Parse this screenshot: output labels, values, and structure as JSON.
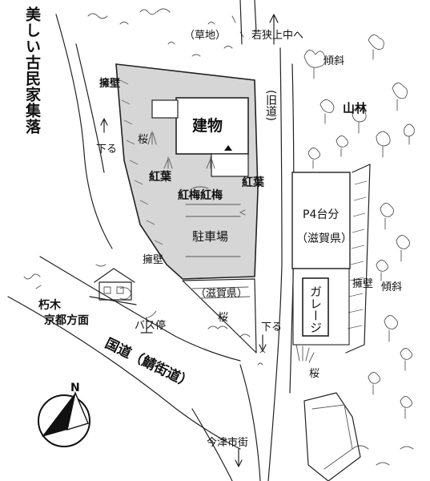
{
  "labels": {
    "village": "美しい古民家集落",
    "grassland": "（草地）",
    "to_wakasa": "若狭上中へ",
    "slope_top": "傾斜",
    "forest": "山林",
    "retaining_wall_top": "擁壁",
    "building": "建物",
    "old_road": "(旧道)",
    "sakura_top": "桜",
    "down_left": "下る",
    "momiji_left": "紅葉",
    "momiji_right": "紅葉",
    "koubai": "紅梅紅梅",
    "parking": "駐車場",
    "p4": "P4台分",
    "shiga_right": "（滋賀県）",
    "retaining_wall_left": "擁壁",
    "shiga_bottom": "（滋賀県）",
    "garage": "ガレージ",
    "retaining_wall_right": "擁壁",
    "slope_right": "傾斜",
    "kutsuki": "朽木",
    "kyoto": "京都方面",
    "bus_stop": "バス停",
    "sakura_bottom": "桜",
    "down_bottom": "下る",
    "sakura_right": "桜",
    "national_road": "国道（鯖街道）",
    "imazu": "今津市街",
    "north": "N"
  },
  "colors": {
    "site_fill": "#d6d6d6",
    "ink": "#111111"
  }
}
